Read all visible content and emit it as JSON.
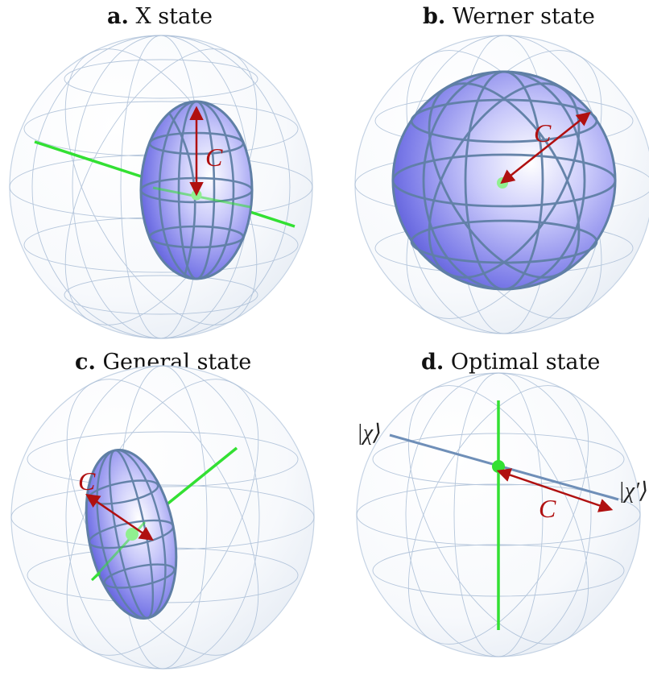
{
  "panels": [
    {
      "letter": "a.",
      "title": "X state",
      "concurrence_label": "C"
    },
    {
      "letter": "b.",
      "title": "Werner state",
      "concurrence_label": "C"
    },
    {
      "letter": "c.",
      "title": "General state",
      "concurrence_label": "C"
    },
    {
      "letter": "d.",
      "title": "Optimal state",
      "concurrence_label": "C",
      "ket_left": "|χ⟩",
      "ket_right": "|χ′⟩"
    }
  ],
  "colors": {
    "sphere_grid": "#a9bdd6",
    "ellipsoid": "#6a6ae0",
    "ellipsoid_grid": "#5f7fa5",
    "axis_green": "#33e033",
    "arrow_red": "#b01010",
    "ket_line": "#6f8fb8"
  }
}
